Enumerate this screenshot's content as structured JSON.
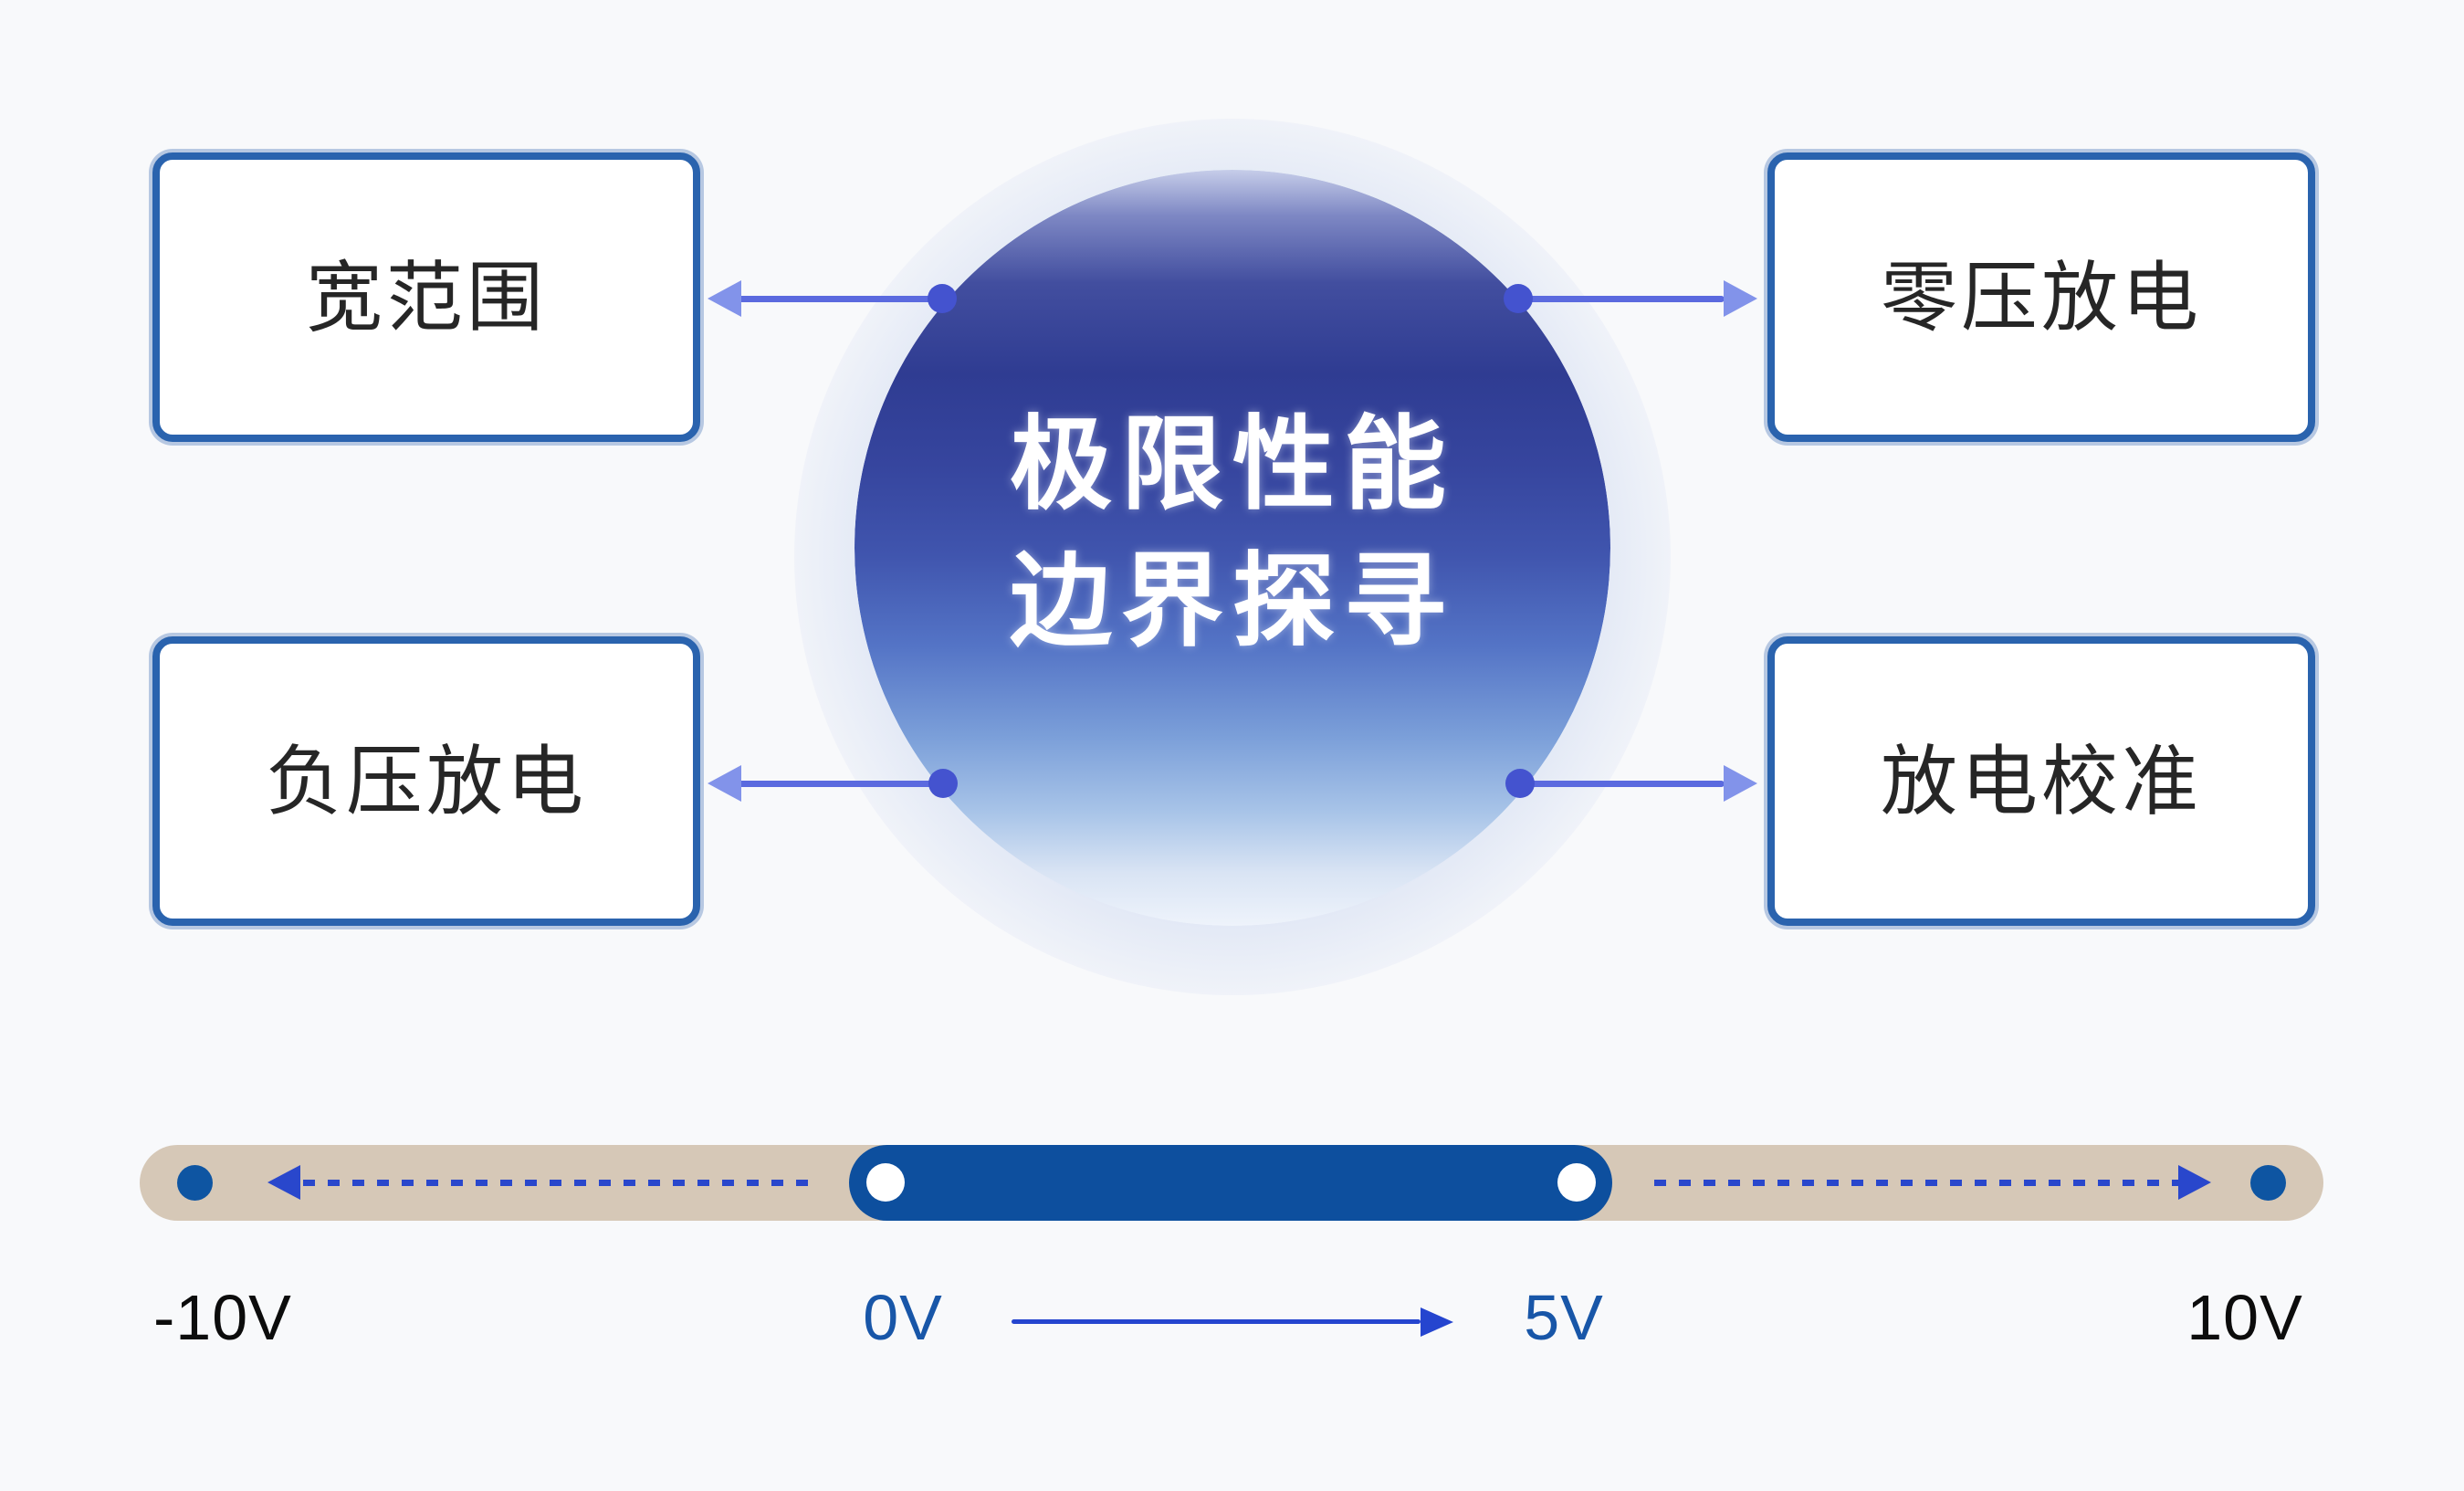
{
  "center": {
    "title_line1": "极限性能",
    "title_line2": "边界探寻"
  },
  "features": [
    {
      "label": "宽范围"
    },
    {
      "label": "零压放电"
    },
    {
      "label": "负压放电"
    },
    {
      "label": "放电校准"
    }
  ],
  "voltage_scale": {
    "unit": "V",
    "min": -10,
    "max": 10,
    "highlight_from": 0,
    "highlight_to": 5,
    "min_label": "-10V",
    "zero_label": "0V",
    "five_label": "5V",
    "max_label": "10V"
  },
  "colors": {
    "background": "#f8f9fb",
    "box_border": "#2a63ae",
    "box_text": "#262626",
    "sphere_core": "#2f3c92",
    "title_text": "#ffffff",
    "connector_line": "#5b6adf",
    "connector_dot": "#4453cf",
    "connector_arrowhead": "#8293ea",
    "track": "#d6c8b7",
    "track_highlight": "#0d4f9e",
    "track_end_dot": "#0e55a2",
    "dashed_arrow": "#2947cc",
    "label_dark": "#0c0c0c",
    "label_blue": "#1856a8"
  }
}
